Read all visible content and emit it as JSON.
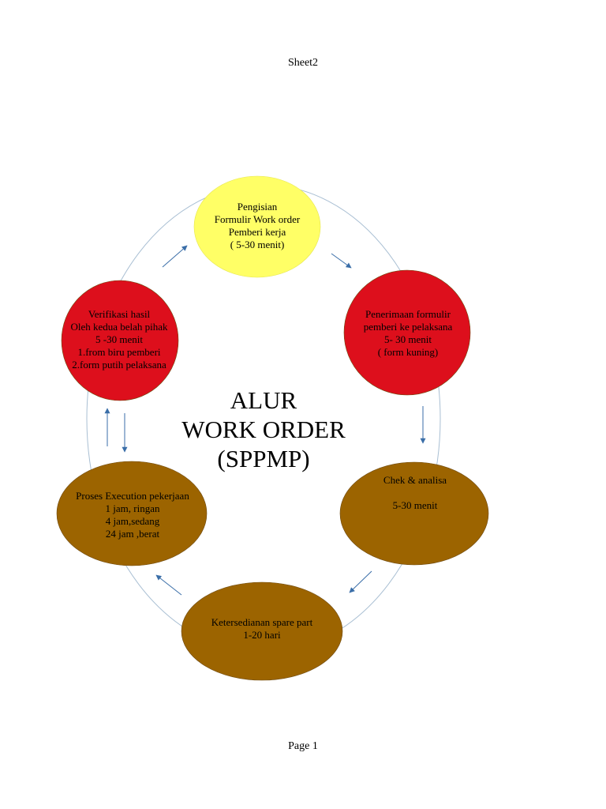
{
  "header": {
    "sheet_label": "Sheet2"
  },
  "footer": {
    "page_label": "Page 1"
  },
  "diagram": {
    "title_lines": [
      "ALUR",
      "WORK ORDER",
      "(SPPMP)"
    ],
    "colors": {
      "yellow": "#ffff66",
      "red": "#dd0f1c",
      "brown": "#9c6400",
      "arrow": "#3a6ea8",
      "ring": "#a9bfd3"
    },
    "nodes": [
      {
        "id": "pengisian",
        "fill": "yellow",
        "lines": [
          "Pengisian",
          "Formulir Work order",
          "Pemberi kerja",
          "( 5-30 menit)"
        ]
      },
      {
        "id": "penerimaan",
        "fill": "red",
        "lines": [
          "Penerimaan formulir",
          "pemberi ke pelaksana",
          "5- 30 menit",
          "( form kuning)"
        ]
      },
      {
        "id": "chek",
        "fill": "brown",
        "lines": [
          "Chek & analisa",
          "",
          "5-30 menit"
        ]
      },
      {
        "id": "ketersediaan",
        "fill": "brown",
        "lines": [
          "Ketersedianan spare part",
          "1-20 hari"
        ]
      },
      {
        "id": "proses",
        "fill": "brown",
        "lines": [
          "Proses Execution pekerjaan",
          "1 jam, ringan",
          "4 jam,sedang",
          "24 jam ,berat"
        ]
      },
      {
        "id": "verifikasi",
        "fill": "red",
        "lines": [
          "Verifikasi hasil",
          "Oleh kedua belah pihak",
          "5 -30 menit",
          "1.from biru pemberi",
          "2.form putih pelaksana"
        ]
      }
    ]
  }
}
